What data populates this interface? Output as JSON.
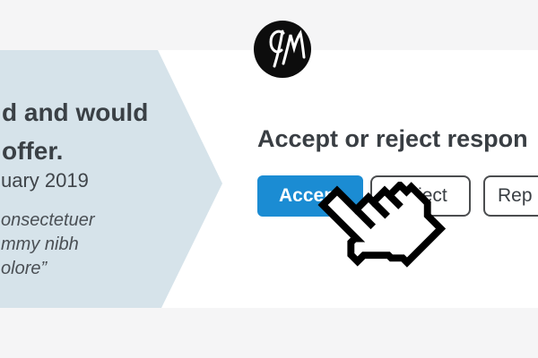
{
  "brand": {
    "logo_text": "GM"
  },
  "testimonial": {
    "headline_line1": "d and would",
    "headline_line2": "offer.",
    "date": "uary 2019",
    "quote_lines": [
      "onsectetuer",
      "mmy nibh",
      "olore”"
    ]
  },
  "prompt": {
    "heading": "Accept or reject respon",
    "buttons": [
      {
        "label": "Accept",
        "style": "primary"
      },
      {
        "label": "Reject",
        "style": "outline"
      },
      {
        "label": "Rep",
        "style": "outline-cut"
      }
    ]
  },
  "cursor": {
    "icon": "pixelated-hand-pointer"
  },
  "colors": {
    "accent_blue": "#1b8cd3",
    "arrow_panel_bg": "#d6e3ea",
    "band_gray": "#f5f5f6",
    "text_dark": "#3a4045",
    "button_border": "#4b4d4f",
    "logo_bg": "#0d0d0d"
  }
}
